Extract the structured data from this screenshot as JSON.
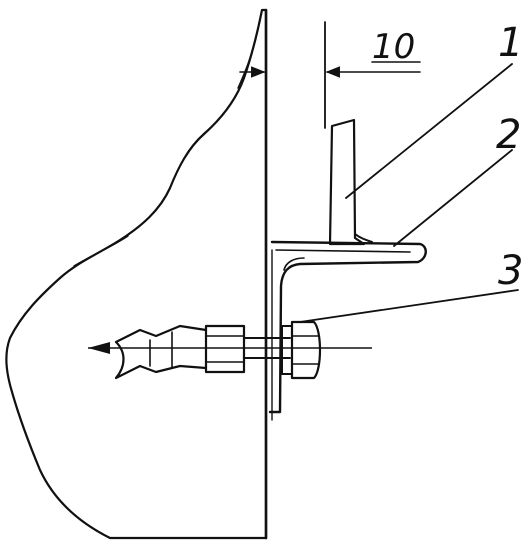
{
  "dimension": {
    "value": "10"
  },
  "callouts": [
    {
      "label": "1"
    },
    {
      "label": "2"
    },
    {
      "label": "3"
    }
  ],
  "colors": {
    "ink": "#111111",
    "paper": "#ffffff"
  }
}
